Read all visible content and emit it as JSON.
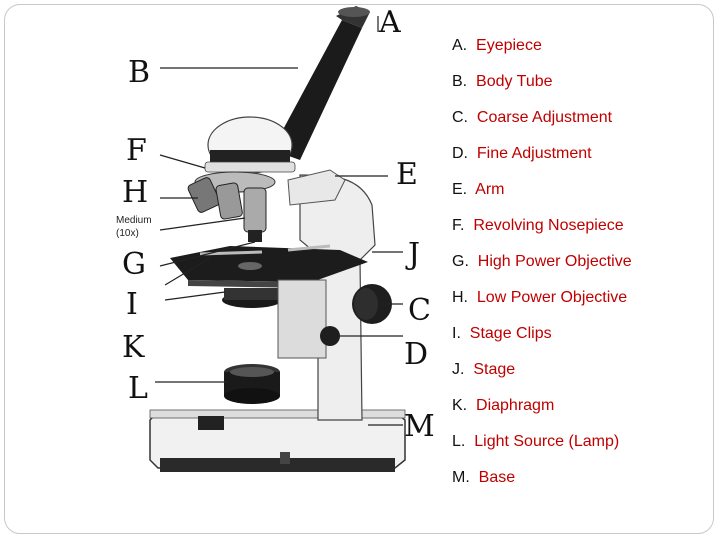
{
  "diagram_letters": {
    "A": "A",
    "B": "B",
    "F": "F",
    "H": "H",
    "G": "G",
    "I": "I",
    "K": "K",
    "L": "L",
    "E": "E",
    "J": "J",
    "C": "C",
    "D": "D",
    "M": "M"
  },
  "medium_note": "Medium\n(10x)",
  "key": [
    {
      "letter": "A.",
      "name": "Eyepiece"
    },
    {
      "letter": "B.",
      "name": "Body Tube"
    },
    {
      "letter": "C.",
      "name": "Coarse Adjustment"
    },
    {
      "letter": "D.",
      "name": "Fine Adjustment"
    },
    {
      "letter": "E.",
      "name": "Arm"
    },
    {
      "letter": "F.",
      "name": "Revolving Nosepiece"
    },
    {
      "letter": "G.",
      "name": "High Power Objective"
    },
    {
      "letter": "H.",
      "name": "Low Power Objective"
    },
    {
      "letter": "I.",
      "name": "Stage Clips"
    },
    {
      "letter": "J.",
      "name": "Stage"
    },
    {
      "letter": "K.",
      "name": "Diaphragm"
    },
    {
      "letter": "L.",
      "name": "Light Source (Lamp)"
    },
    {
      "letter": "M.",
      "name": "Base"
    }
  ],
  "colors": {
    "key_name": "#c00000",
    "key_letter": "#111111",
    "frame": "#c8c8c8"
  }
}
